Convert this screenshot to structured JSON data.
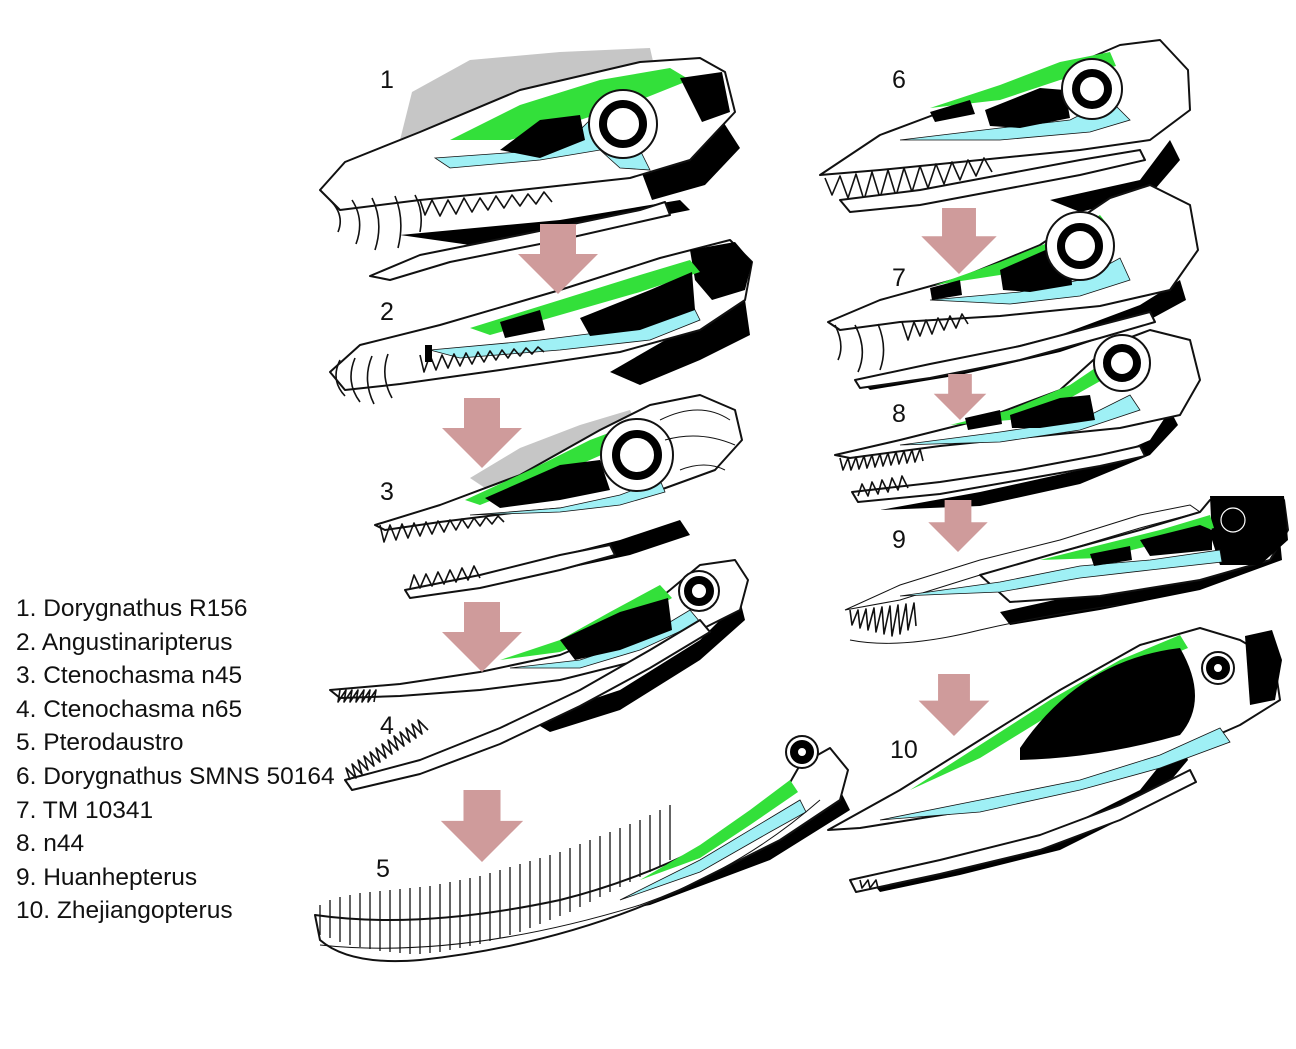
{
  "colors": {
    "fenestra": "#000000",
    "outline": "#111111",
    "bone": "#ffffff",
    "highlight_green": "#33e03a",
    "highlight_cyan": "#9ff0f5",
    "missing_bone_gray": "#c6c6c6",
    "arrow": "#cf9b9b"
  },
  "arrow_icon": "down-arrow",
  "skulls": [
    {
      "number": "1"
    },
    {
      "number": "2"
    },
    {
      "number": "3"
    },
    {
      "number": "4"
    },
    {
      "number": "5"
    },
    {
      "number": "6"
    },
    {
      "number": "7"
    },
    {
      "number": "8"
    },
    {
      "number": "9"
    },
    {
      "number": "10"
    }
  ],
  "legend": [
    "1. Dorygnathus R156",
    "2. Angustinaripterus",
    "3. Ctenochasma n45",
    "4. Ctenochasma n65",
    "5. Pterodaustro",
    "6. Dorygnathus SMNS 50164",
    "7. TM 10341",
    "8. n44",
    "9. Huanhepterus",
    "10. Zhejiangopterus"
  ]
}
